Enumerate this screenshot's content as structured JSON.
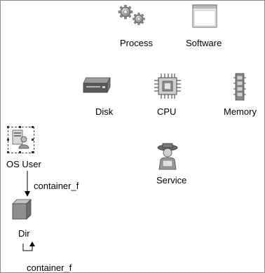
{
  "nodes": {
    "process": "Process",
    "software": "Software",
    "disk": "Disk",
    "cpu": "CPU",
    "memory": "Memory",
    "os_user": "OS User",
    "service": "Service",
    "dir": "Dir"
  },
  "edges": {
    "os_user_to_dir": "container_f",
    "dir_self": "container_f"
  },
  "icons": {
    "process": "gears-icon",
    "software": "window-icon",
    "disk": "disk-drive-icon",
    "cpu": "cpu-chip-icon",
    "memory": "memory-module-icon",
    "os_user": "os-user-icon",
    "service": "service-icon",
    "dir": "directory-cube-icon"
  }
}
